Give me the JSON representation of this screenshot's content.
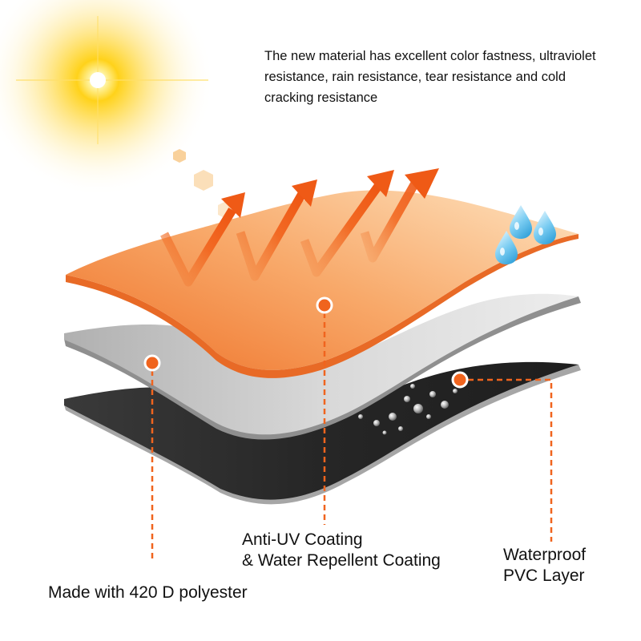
{
  "headline": "The new material has excellent color fastness, ultraviolet resistance, rain resistance, tear resistance and cold cracking resistance",
  "labels": {
    "anti_uv_line1": "Anti-UV Coating",
    "anti_uv_line2": "& Water Repellent Coating",
    "waterproof_line1": "Waterproof",
    "waterproof_line2": "PVC Layer",
    "polyester": "Made with 420 D polyester"
  },
  "colors": {
    "accent_orange": "#f0641e",
    "orange_layer": "#f7a260",
    "gray_layer": "#c9c9c9",
    "black_layer": "#2b2b2b",
    "sun": "#ffd21a",
    "water_drop": "#6cc4ee"
  },
  "icons": [
    "sun-icon",
    "arrow-icon",
    "water-drop-icon"
  ]
}
